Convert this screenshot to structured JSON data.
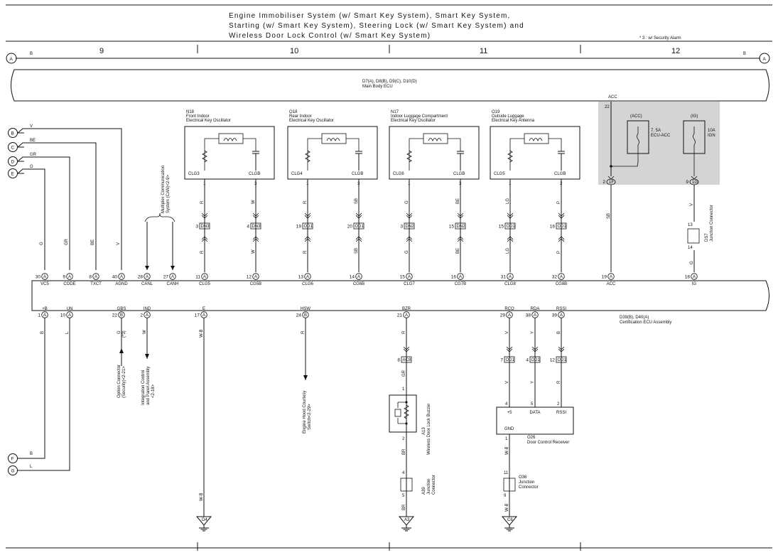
{
  "title": [
    "Engine Immobiliser System (w/ Smart Key System), Smart Key System,",
    "Starting (w/ Smart Key System), Steering Lock (w/ Smart Key System) and",
    "Wireless Door Lock Control (w/ Smart Key System)"
  ],
  "footnote": "* 3 : w/ Security Alarm",
  "columns": [
    "9",
    "10",
    "11",
    "12"
  ],
  "frame_refs": {
    "left": "A",
    "right": "A",
    "b_left": "B",
    "b_right": "B"
  },
  "main_body_ecu": {
    "line1": "D7(A), D8(B), D9(C), D10(D)",
    "line2": "Main Body ECU"
  },
  "left_refs": [
    {
      "id": "B",
      "color": "V"
    },
    {
      "id": "C",
      "color": "BE"
    },
    {
      "id": "D",
      "color": "GR"
    },
    {
      "id": "E",
      "color": "G"
    }
  ],
  "bottom_refs": [
    {
      "id": "F",
      "color": "B"
    },
    {
      "id": "G",
      "color": "L"
    }
  ],
  "top_wires": [
    {
      "color": "G",
      "pin": "30",
      "conn": "A",
      "name": "VC5"
    },
    {
      "color": "GR",
      "pin": "9",
      "conn": "A",
      "name": "CODE"
    },
    {
      "color": "BE",
      "pin": "8",
      "conn": "A",
      "name": "TXCT"
    },
    {
      "color": "V",
      "pin": "40",
      "conn": "A",
      "name": "AGND"
    }
  ],
  "can": {
    "label": [
      "Multiplex Communication",
      "System (CAN)<2-9>"
    ],
    "pins": [
      {
        "pin": "28",
        "conn": "A",
        "name": "CANL"
      },
      {
        "pin": "27",
        "conn": "A",
        "name": "CANH"
      }
    ]
  },
  "oscillators": [
    {
      "id": "N18",
      "name": [
        "Front Indoor",
        "Electrical Key Oscillator"
      ],
      "left_term": "CLG3",
      "right_term": "CLGB",
      "left_pin": "1",
      "right_pin": "3",
      "w1l": "R",
      "w1r": "W",
      "jl": "3",
      "jlc": "DN3",
      "jr": "4",
      "jrc": "DN3",
      "w2l": "R",
      "w2r": "W",
      "pl": "11",
      "pr": "12",
      "nl": "CLG5",
      "nr": "CG5B"
    },
    {
      "id": "O18",
      "name": [
        "Rear Indoor",
        "Electrical Key Oscillator"
      ],
      "left_term": "CLG4",
      "right_term": "CLGB",
      "left_pin": "1",
      "right_pin": "3",
      "w1l": "R",
      "w1r": "SB",
      "jl": "19",
      "jlc": "OD1",
      "jr": "20",
      "jrc": "OD1",
      "w2l": "R",
      "w2r": "SB",
      "pl": "13",
      "pr": "14",
      "nl": "CLG6",
      "nr": "CG6B"
    },
    {
      "id": "N17",
      "name": [
        "Indoor Luggage Compartment",
        "Electrical Key Oscillator"
      ],
      "left_term": "CLG6",
      "right_term": "CLGB",
      "left_pin": "1",
      "right_pin": "3",
      "w1l": "G",
      "w1r": "BE",
      "jl": "3",
      "jlc": "DN2",
      "jr": "15",
      "jrc": "DN2",
      "w2l": "G",
      "w2r": "BE",
      "pl": "15",
      "pr": "16",
      "nl": "CLG7",
      "nr": "CG7B"
    },
    {
      "id": "O19",
      "name": [
        "Outside Luggage",
        "Electrical Key Antenna"
      ],
      "left_term": "CLG5",
      "right_term": "CLGB",
      "left_pin": "1",
      "right_pin": "2",
      "w1l": "LG",
      "w1r": "P",
      "jl": "15",
      "jlc": "OD1",
      "jr": "16",
      "jrc": "OD1",
      "w2l": "LG",
      "w2r": "P",
      "pl": "31",
      "pr": "32",
      "nl": "CLG8",
      "nr": "CG8B"
    }
  ],
  "fuses": {
    "acc_top": "ACC",
    "acc_pin": "22",
    "acc_group": "(ACC)",
    "ig_group": "(IG)",
    "acc_fuse": [
      "7. 5A",
      "ECU-ACC"
    ],
    "ig_fuse": [
      "10A",
      "IGN"
    ],
    "acc_j": "2",
    "acc_jc": "1F",
    "ig_j": "9",
    "ig_jc": "1G",
    "acc_wire": "SB",
    "ig_wire": "V",
    "acc_pin_b": "19",
    "acc_name": "ACC",
    "ig_pin_b": "18",
    "ig_name": "IG",
    "ig_j2": "13",
    "ig_j3": "14",
    "ig_wire2": "G",
    "junction": [
      "DS7",
      "Junction Connector"
    ]
  },
  "cert_ecu": {
    "line1": "D39(B), D40(A)",
    "line2": "Certification ECU Assembly"
  },
  "bottom_pins": [
    {
      "pin": "1",
      "conn": "A",
      "name": "+B"
    },
    {
      "pin": "10",
      "conn": "A",
      "name": "UN"
    },
    {
      "pin": "22",
      "conn": "B",
      "name": "GBS"
    },
    {
      "pin": "2",
      "conn": "A",
      "name": "IND"
    },
    {
      "pin": "17",
      "conn": "A",
      "name": "E"
    },
    {
      "pin": "24",
      "conn": "B",
      "name": "HSW"
    },
    {
      "pin": "21",
      "conn": "A",
      "name": "BZR"
    },
    {
      "pin": "29",
      "conn": "A",
      "name": "RCO"
    },
    {
      "pin": "38",
      "conn": "A",
      "name": "RDA"
    },
    {
      "pin": "39",
      "conn": "A",
      "name": "RSSI"
    }
  ],
  "wire_colors": {
    "pb1": "B",
    "pb2": "L",
    "gbs": "G",
    "gbs_note": "(*3)",
    "ind": "W",
    "e": "W-B",
    "e2": "W-B",
    "hsw": "R",
    "bzr": "R",
    "bzr2": "GR",
    "bzr3": "BR",
    "bzr4": "BR",
    "rco": "V",
    "rda": "Y",
    "rssi": "B",
    "rco2": "V",
    "rda2": "Y",
    "rssi2": "R",
    "gnd": "W-B",
    "gnd2": "W-B"
  },
  "labels": {
    "option_conn": [
      "Option Connector",
      "(Security)<2-21>"
    ],
    "integration": [
      "Integration Control",
      "and Panel Assembly",
      "<2-18>"
    ],
    "hood": [
      "Engine Hood Courtesy",
      "Switch<2-29>"
    ],
    "buzzer": [
      "A13",
      "Wireless Door Lock Buzzer"
    ],
    "junction_a39": [
      "A39",
      "Junction",
      "Connector"
    ],
    "receiver": [
      "O26",
      "Door Control Receiver"
    ],
    "junction_o36": [
      "O36",
      "Junction",
      "Connector"
    ]
  },
  "bzr_conn": {
    "pin": "8",
    "conn": "AC8",
    "p1": "1",
    "p2": "2",
    "p4": "4",
    "p5": "5"
  },
  "rx_conn": [
    {
      "pin": "7",
      "conn": "OD1"
    },
    {
      "pin": "4",
      "conn": "OD1"
    },
    {
      "pin": "12",
      "conn": "OD1"
    }
  ],
  "receiver_pins": [
    {
      "num": "4",
      "name": "+5"
    },
    {
      "num": "5",
      "name": "DATA"
    },
    {
      "num": "2",
      "name": "RSSI"
    }
  ],
  "receiver_gnd": {
    "name": "GND",
    "pin": "1",
    "p11": "11",
    "p9": "9"
  },
  "grounds": [
    "D4",
    "A3",
    "C6"
  ]
}
